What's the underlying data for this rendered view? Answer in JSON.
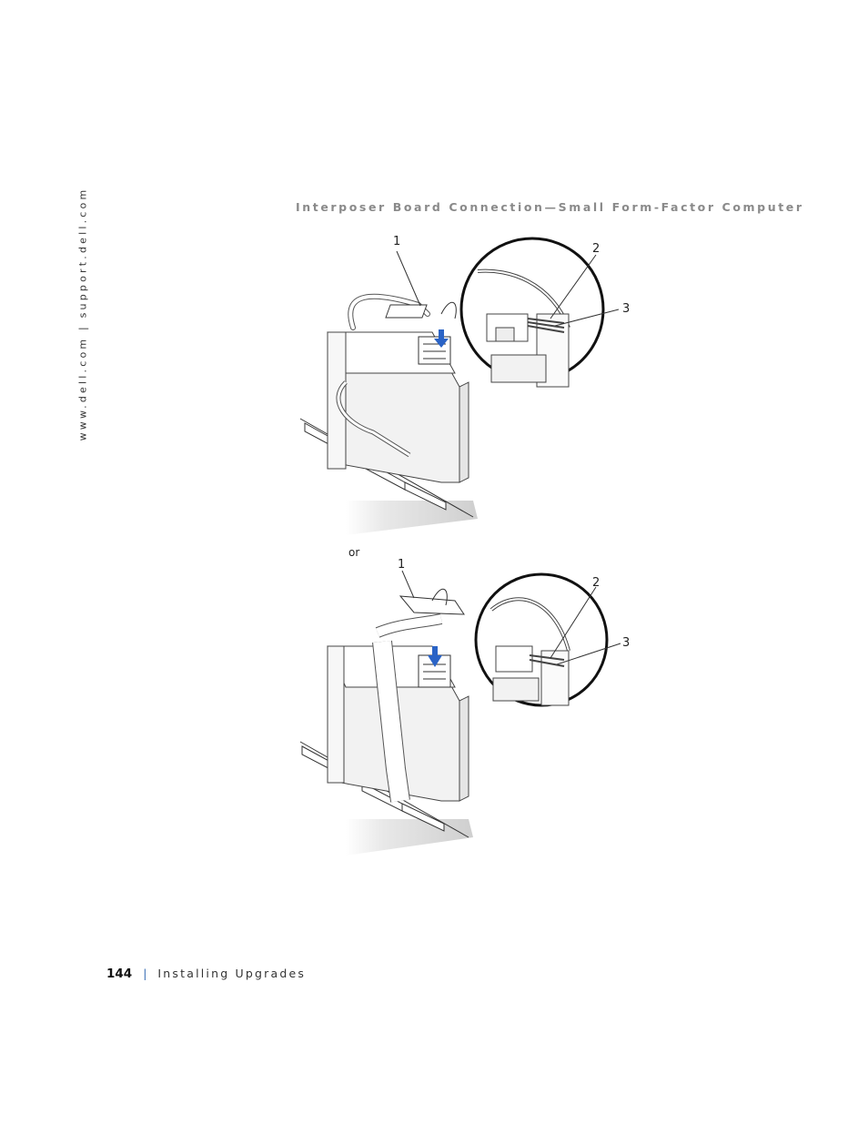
{
  "side_url": "www.dell.com | support.dell.com",
  "figure_title": "Interposer Board Connection—Small Form-Factor Computer",
  "figure1": {
    "callouts": [
      "1",
      "2",
      "3"
    ]
  },
  "or_label": "or",
  "figure2": {
    "callouts": [
      "1",
      "2",
      "3"
    ]
  },
  "footer": {
    "page_number": "144",
    "separator": "|",
    "section": "Installing Upgrades"
  },
  "colors": {
    "title": "#8a8a8a",
    "arrow_blue": "#2a63c6",
    "separator_blue": "#3a6fb5"
  }
}
